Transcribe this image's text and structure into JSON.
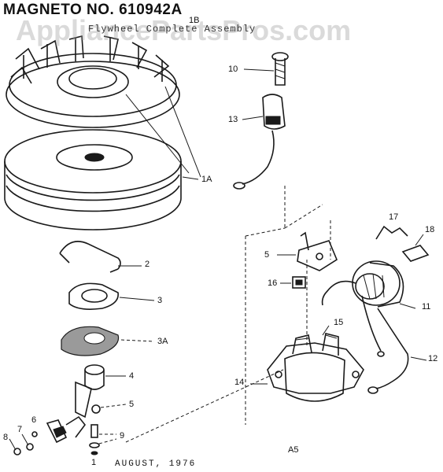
{
  "title": "MAGNETO NO. 610942A",
  "subtitle": "Flywheel Complete Assembly",
  "watermark": "AppliancePartsPros.com",
  "date": "AUGUST, 1976",
  "labels": {
    "l1B": "1B",
    "l10": "10",
    "l13": "13",
    "l1A": "1A",
    "l2": "2",
    "l3": "3",
    "l3A": "3A",
    "l4": "4",
    "l5a": "5",
    "l5b": "5",
    "l6": "6",
    "l7": "7",
    "l8": "8",
    "l9": "9",
    "l1": "1",
    "l11": "11",
    "l12": "12",
    "l14": "14",
    "l15": "15",
    "l16": "16",
    "l17": "17",
    "l18": "18",
    "lA5": "A5"
  }
}
